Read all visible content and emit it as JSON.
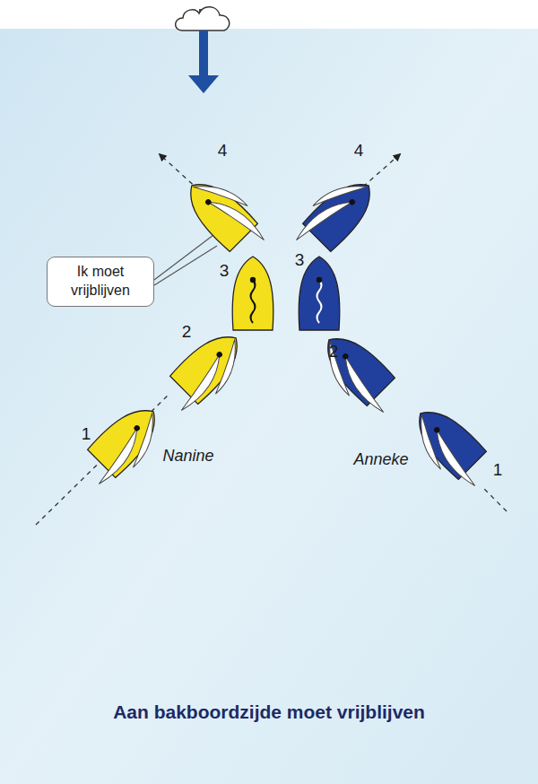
{
  "diagram": {
    "caption": "Aan bakboordzijde moet vrijblijven",
    "nodes": [
      {
        "text": [
          "Ik moet vrijblijven"
        ]
      }
    ],
    "labels": [
      "4",
      "4",
      "3",
      "3",
      "2",
      "2",
      "1",
      "Nanine",
      "Anneke",
      "1"
    ]
  }
}
